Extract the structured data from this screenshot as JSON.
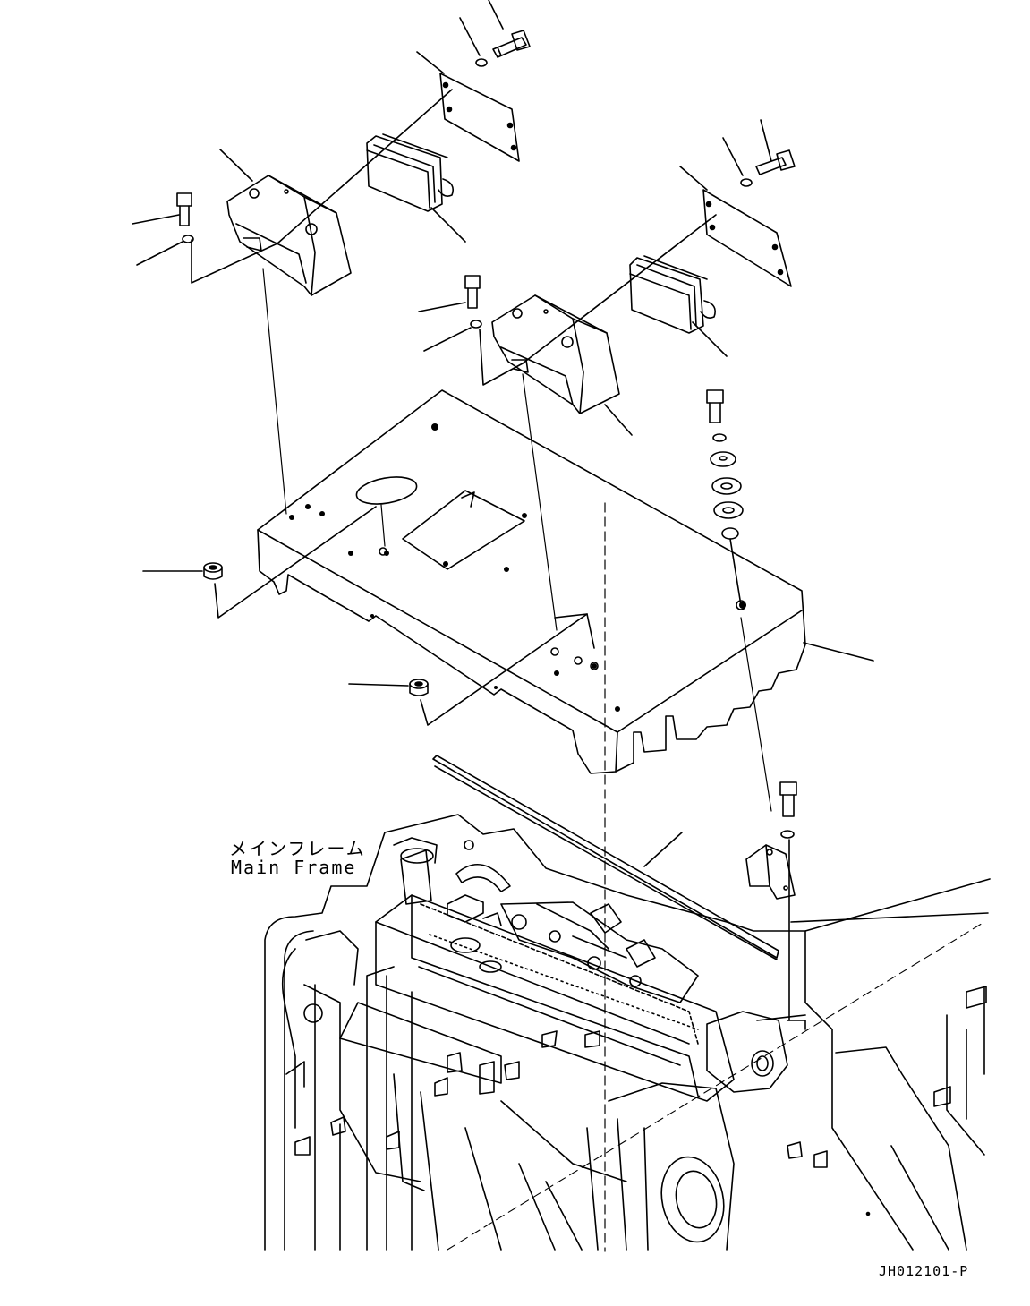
{
  "labels": {
    "main_frame_jp": "メインフレーム",
    "main_frame_en": "Main Frame",
    "drawing_code": "JH012101-P"
  },
  "colors": {
    "line": "#000000",
    "background": "#ffffff"
  }
}
